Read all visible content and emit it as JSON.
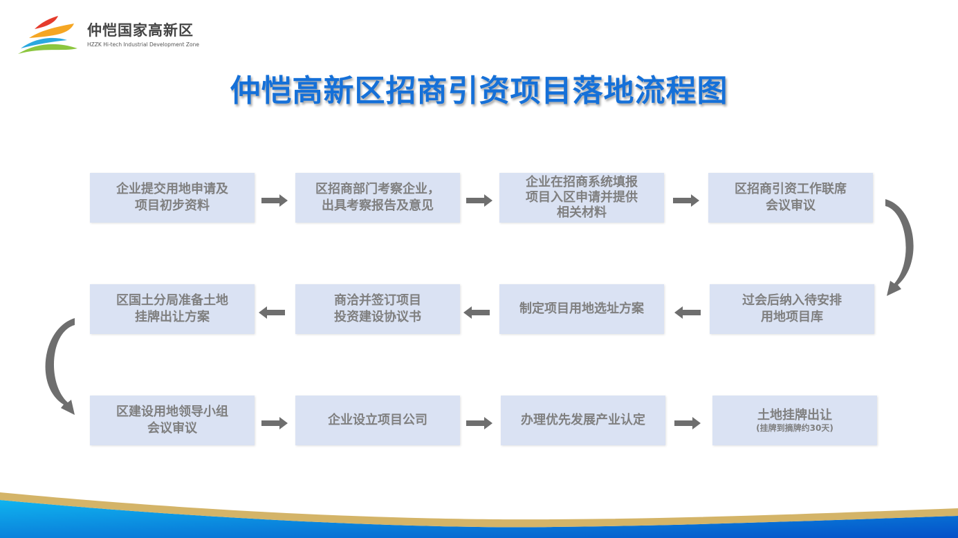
{
  "logo": {
    "name_cn": "仲恺国家高新区",
    "name_en": "HZZK Hi-tech Industrial Development Zone"
  },
  "title": "仲恺高新区招商引资项目落地流程图",
  "steps": [
    {
      "lines": [
        "企业提交用地申请及",
        "项目初步资料"
      ]
    },
    {
      "lines": [
        "区招商部门考察企业，",
        "出具考察报告及意见"
      ]
    },
    {
      "lines": [
        "企业在招商系统填报",
        "项目入区申请并提供",
        "相关材料"
      ]
    },
    {
      "lines": [
        "区招商引资工作联席",
        "会议审议"
      ]
    },
    {
      "lines": [
        "过会后纳入待安排",
        "用地项目库"
      ]
    },
    {
      "lines": [
        "制定项目用地选址方案"
      ]
    },
    {
      "lines": [
        "商洽并签订项目",
        "投资建设协议书"
      ]
    },
    {
      "lines": [
        "区国土分局准备土地",
        "挂牌出让方案"
      ]
    },
    {
      "lines": [
        "区建设用地领导小组",
        "会议审议"
      ]
    },
    {
      "lines": [
        "企业设立项目公司"
      ]
    },
    {
      "lines": [
        "办理优先发展产业认定"
      ]
    },
    {
      "lines": [
        "土地挂牌出让"
      ],
      "note": "(挂牌到摘牌约30天)"
    }
  ],
  "colors": {
    "title": "#1570d8",
    "box": "#dae2f3",
    "text": "#7f7f7f",
    "arrow": "#6e6e6e",
    "gold": "#d4b468",
    "blue": "#0a7ad8"
  }
}
